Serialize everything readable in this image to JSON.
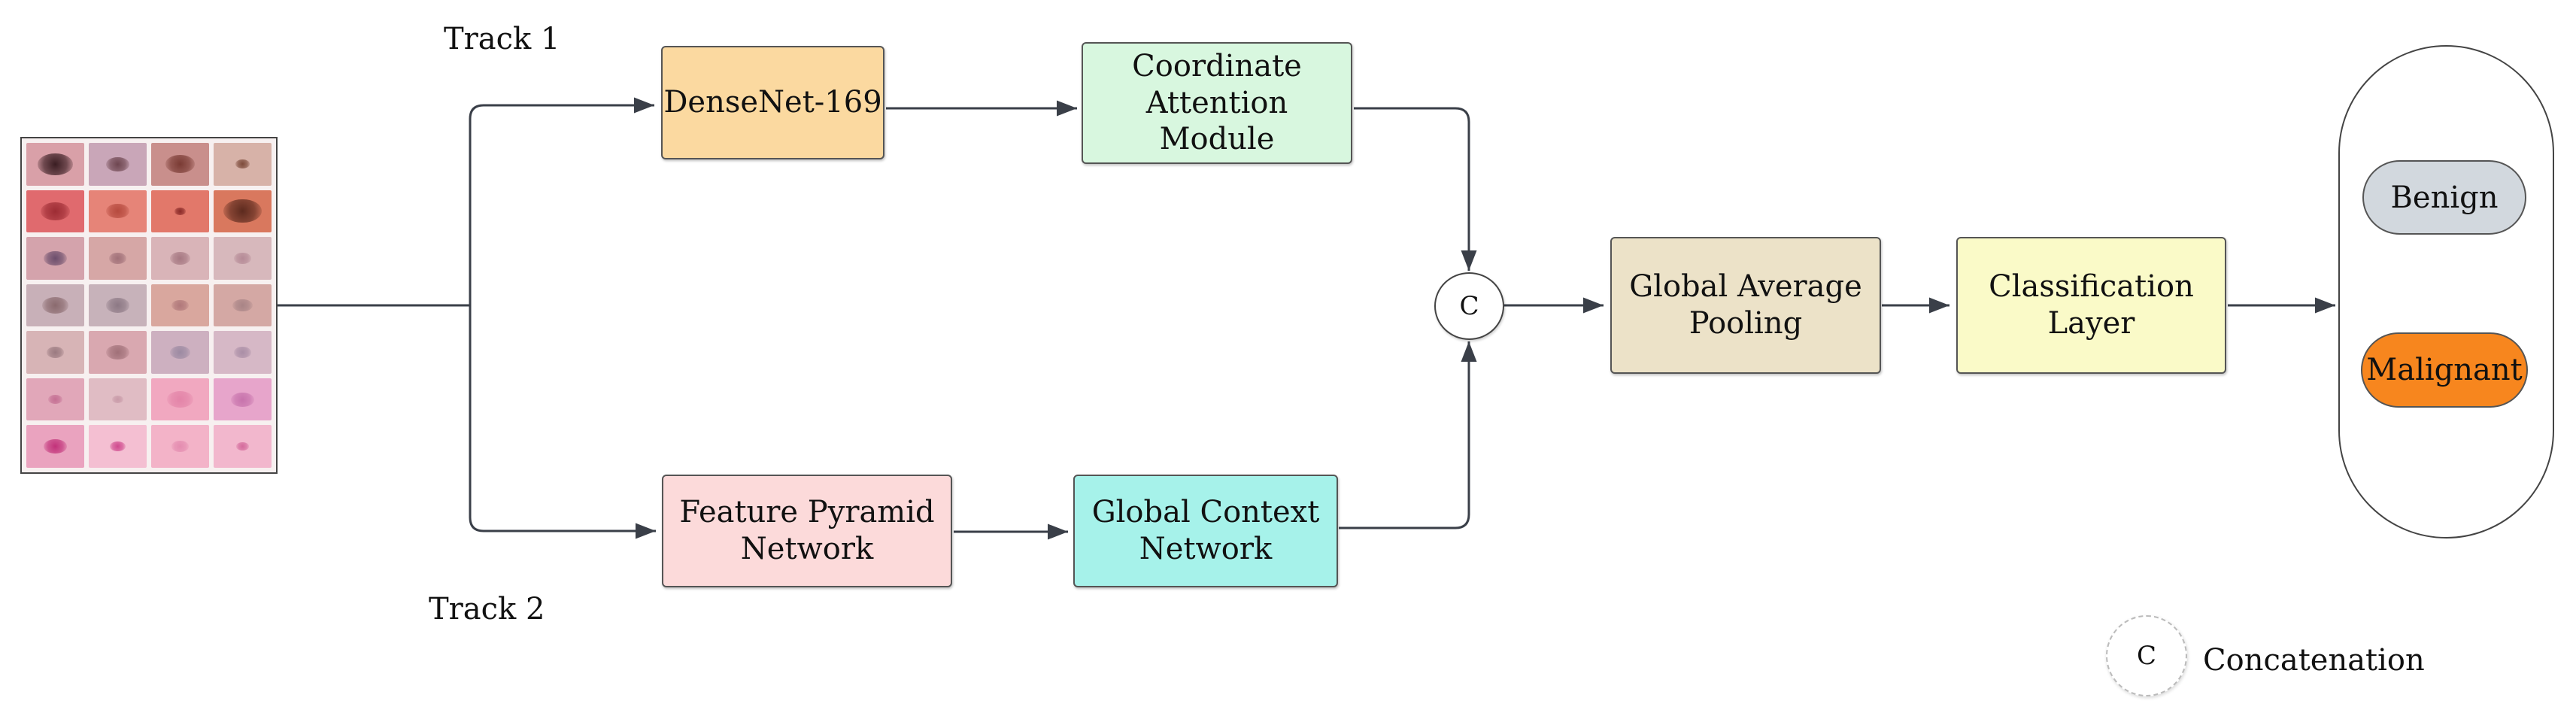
{
  "diagram": {
    "track1_label": "Track 1",
    "track2_label": "Track 2",
    "nodes": {
      "densenet": "DenseNet-169",
      "coordinate_attention": "Coordinate\nAttention\nModule",
      "fpn": "Feature Pyramid\nNetwork",
      "global_context": "Global Context\nNetwork",
      "concat_symbol": "C",
      "gap": "Global Average\nPooling",
      "classification": "Classification\nLayer"
    },
    "outputs": {
      "benign": "Benign",
      "malignant": "Malignant"
    },
    "legend": {
      "symbol": "C",
      "label": "Concatenation"
    },
    "colors": {
      "densenet": "#fbd9a0",
      "coordinate_attention": "#d8f7df",
      "fpn": "#fcdada",
      "global_context": "#a6f2ea",
      "gap": "#ece2c8",
      "classification": "#fafac8",
      "benign": "#d2d8de",
      "malignant": "#f7861e",
      "lines": "#3a3f48"
    },
    "input_images": {
      "rows": 7,
      "columns": 4
    }
  }
}
